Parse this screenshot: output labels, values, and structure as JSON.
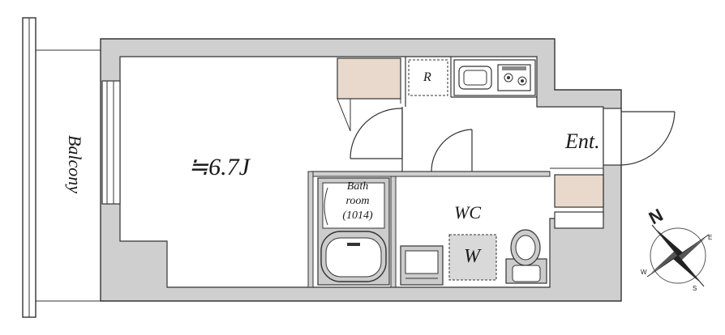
{
  "rooms": {
    "main": "≒6.7J",
    "entrance": "Ent.",
    "wc": "WC",
    "washer": "W",
    "refrigerator": "R",
    "bathroom_line1": "Bath",
    "bathroom_line2": "room",
    "bathroom_line3": "(1014)",
    "balcony": "Balcony"
  },
  "compass": {
    "north": "N",
    "east": "E",
    "south": "S",
    "west": "W"
  },
  "colors": {
    "wall": "#cfcfcf",
    "line": "#333333",
    "storage_fill": "#e8d9cc",
    "washer_fill": "#d9d9d9",
    "fixture_fill": "#cccccc"
  }
}
